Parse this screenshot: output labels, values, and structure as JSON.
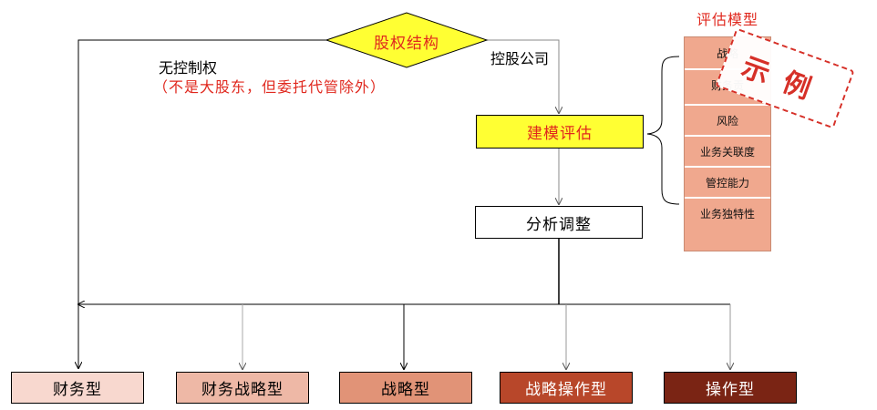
{
  "equity_structure": "股权结构",
  "no_control": {
    "label": "无控制权",
    "note": "（不是大股东，但委托代管除外）"
  },
  "holding_company": "控股公司",
  "modeling_assessment": "建模评估",
  "analysis_adjustment": "分析调整",
  "evaluation_model": {
    "title": "评估模型",
    "items": [
      "战略",
      "财务贡",
      "风险",
      "业务关联度",
      "管控能力",
      "业务独特性"
    ]
  },
  "stamp": "示例",
  "types": [
    "财务型",
    "财务战略型",
    "战略型",
    "战略操作型",
    "操作型"
  ],
  "colors": {
    "diamond": "#ffff33",
    "modeling_box": "#ffff33",
    "type_fills": [
      "#f8d8cf",
      "#eeb8a6",
      "#e19377",
      "#b8472a",
      "#7a2414"
    ],
    "red_text": "#e0281e"
  }
}
